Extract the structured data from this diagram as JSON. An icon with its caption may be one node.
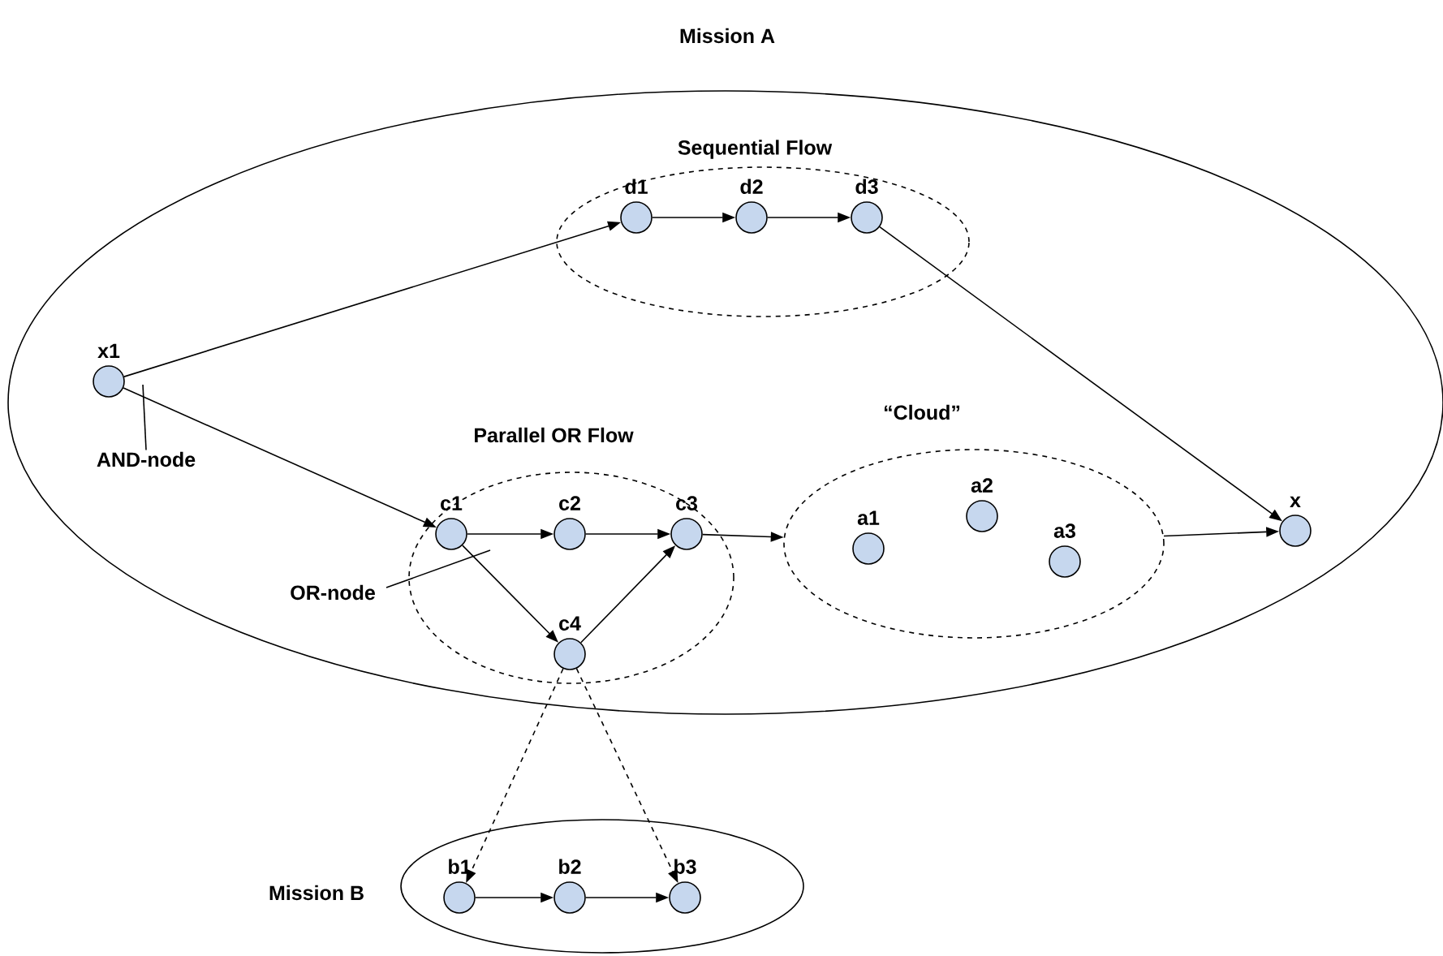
{
  "diagram": {
    "nodes": [
      {
        "text": [
          "Mission A"
        ]
      },
      {
        "text": [
          "Sequential Flow"
        ],
        "in": 0
      },
      {
        "text": [
          "d1"
        ],
        "in": 1
      },
      {
        "text": [
          "d2"
        ],
        "in": 1
      },
      {
        "text": [
          "d3"
        ],
        "in": 1
      },
      {
        "text": [
          "x1"
        ],
        "in": 0
      },
      {
        "text": [
          "AND-node"
        ],
        "in": 0
      },
      {
        "text": [
          "Parallel OR Flow"
        ],
        "in": 0
      },
      {
        "text": [
          "c1"
        ],
        "in": 7
      },
      {
        "text": [
          "c2"
        ],
        "in": 7
      },
      {
        "text": [
          "c3"
        ],
        "in": 7
      },
      {
        "text": [
          "c4"
        ],
        "in": 7
      },
      {
        "text": [
          "OR-node"
        ],
        "in": 0
      },
      {
        "text": [
          "“Cloud”"
        ],
        "in": 0
      },
      {
        "text": [
          "a1"
        ],
        "in": 13
      },
      {
        "text": [
          "a2"
        ],
        "in": 13
      },
      {
        "text": [
          "a3"
        ],
        "in": 13
      },
      {
        "text": [
          "x"
        ],
        "in": 0
      },
      {
        "text": [
          "Mission B"
        ]
      },
      {
        "text": [
          "b1"
        ],
        "in": 18
      },
      {
        "text": [
          "b2"
        ],
        "in": 18
      },
      {
        "text": [
          "b3"
        ],
        "in": 18
      }
    ],
    "edges": [
      {
        "from": 5,
        "to": 2,
        "arrow": "to"
      },
      {
        "from": 2,
        "to": 3,
        "arrow": "to"
      },
      {
        "from": 3,
        "to": 4,
        "arrow": "to"
      },
      {
        "from": 4,
        "to": 17,
        "arrow": "to"
      },
      {
        "from": 5,
        "to": 8,
        "arrow": "to"
      },
      {
        "from": 8,
        "to": 9,
        "arrow": "to"
      },
      {
        "from": 9,
        "to": 10,
        "arrow": "to"
      },
      {
        "from": 8,
        "to": 11,
        "arrow": "to"
      },
      {
        "from": 11,
        "to": 10,
        "arrow": "to"
      },
      {
        "from": 10,
        "to": 13,
        "arrow": "to"
      },
      {
        "from": 13,
        "to": 17,
        "arrow": "to"
      },
      {
        "from": 11,
        "to": 19,
        "arrow": "to",
        "style": "dashed"
      },
      {
        "from": 11,
        "to": 21,
        "arrow": "to",
        "style": "dashed"
      },
      {
        "from": 19,
        "to": 20,
        "arrow": "to"
      },
      {
        "from": 20,
        "to": 21,
        "arrow": "to"
      },
      {
        "from": 6,
        "to": 5,
        "arrow": "none"
      },
      {
        "from": 12,
        "to": null,
        "arrow": "none"
      }
    ]
  }
}
